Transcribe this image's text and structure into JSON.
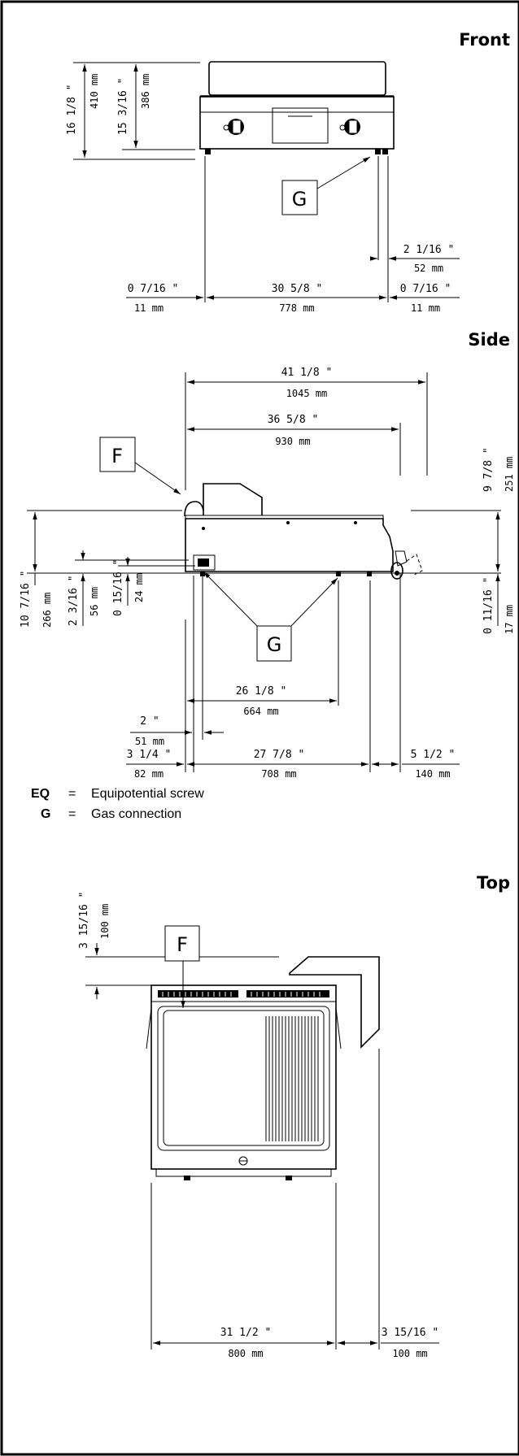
{
  "views": {
    "front": "Front",
    "side": "Side",
    "top": "Top"
  },
  "connection_labels": {
    "gas": "G",
    "flue": "F"
  },
  "front_dims": {
    "height_in": "16 1/8 \"",
    "height_mm": "410 mm",
    "height2_in": "15 3/16 \"",
    "height2_mm": "386 mm",
    "gas_offset_in": "2 1/16 \"",
    "gas_offset_mm": "52 mm",
    "left_in": "0 7/16 \"",
    "left_mm": "11 mm",
    "width_in": "30 5/8 \"",
    "width_mm": "778 mm",
    "right_in": "0 7/16 \"",
    "right_mm": "11 mm"
  },
  "side_dims": {
    "overall_in": "41 1/8 \"",
    "overall_mm": "1045 mm",
    "depth_in": "36 5/8 \"",
    "depth_mm": "930 mm",
    "flue_h_in": "9 7/8 \"",
    "flue_h_mm": "251 mm",
    "total_h_in": "10 7/16 \"",
    "total_h_mm": "266 mm",
    "gas_h_in": "2 3/16 \"",
    "gas_h_mm": "56 mm",
    "foot_h_in": "0 15/16 \"",
    "foot_h_mm": "24 mm",
    "rear_h_in": "0 11/16 \"",
    "rear_h_mm": "17 mm",
    "gas_x_in": "2 \"",
    "gas_x_mm": "51 mm",
    "gas2_in": "26 1/8 \"",
    "gas2_mm": "664 mm",
    "front_in": "3 1/4 \"",
    "front_mm": "82 mm",
    "feet_in": "27 7/8 \"",
    "feet_mm": "708 mm",
    "back_in": "5 1/2 \"",
    "back_mm": "140 mm"
  },
  "legend": [
    {
      "code": "EQ",
      "eq": "=",
      "text": "Equipotential screw"
    },
    {
      "code": "G",
      "eq": "=",
      "text": "Gas connection"
    }
  ],
  "top_dims": {
    "clear_in": "3 15/16 \"",
    "clear_mm": "100 mm",
    "width_in": "31 1/2 \"",
    "width_mm": "800 mm",
    "side_in": "3 15/16 \"",
    "side_mm": "100 mm"
  }
}
